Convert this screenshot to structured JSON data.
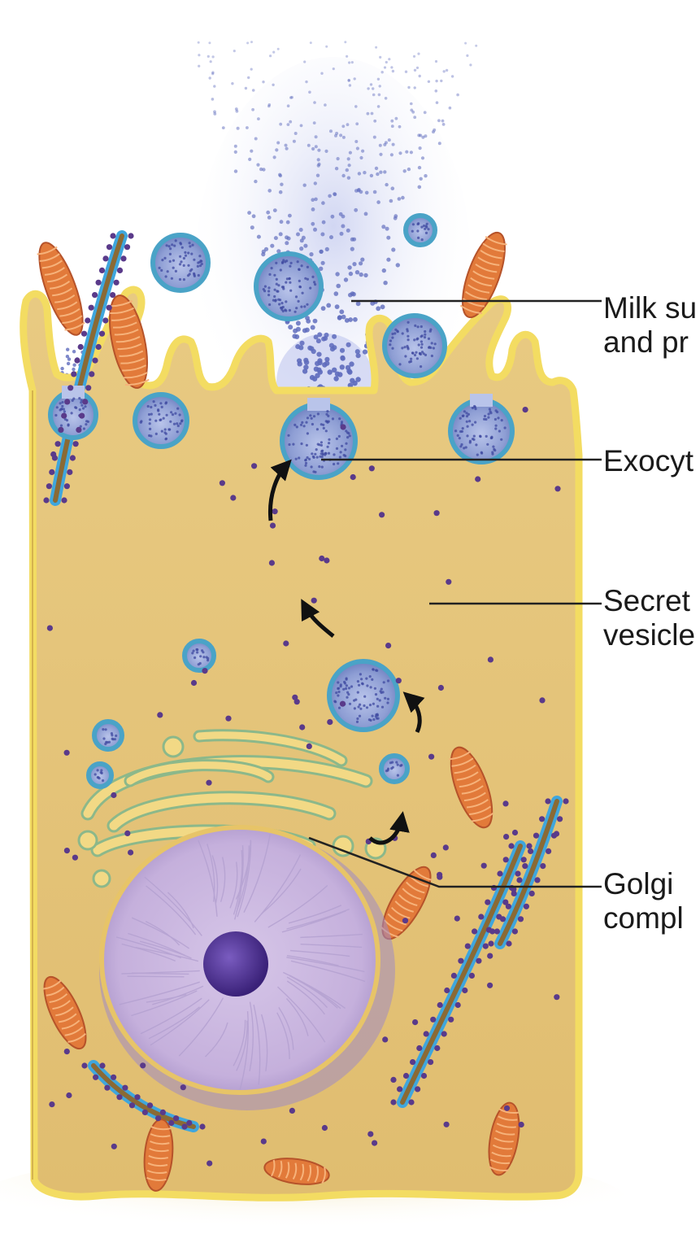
{
  "labels": {
    "milk": {
      "line1": "Milk su",
      "line2": "and pr"
    },
    "exocytosis": {
      "line1": "Exocyt"
    },
    "secretory": {
      "line1": "Secret",
      "line2": "vesicle"
    },
    "golgi": {
      "line1": "Golgi",
      "line2": "compl"
    }
  },
  "colors": {
    "cytoplasm": "#e6c67a",
    "membrane": "#f3dc62",
    "membrane_edge": "#b8893a",
    "vesicle_fill": "#8e9ed4",
    "vesicle_ring": "#4aa3c7",
    "er_blue": "#3fa6dd",
    "er_lumen": "#8a6a35",
    "ribosome": "#5a3a8a",
    "mitochondria": "#e27a3a",
    "golgi_fill": "#f2d985",
    "golgi_edge": "#8cb88a",
    "nucleus": "#c5b0dc",
    "nucleolus": "#4b2f8e",
    "secretion_dot": "#6a75c0",
    "arrow": "#111111",
    "leader": "#222222"
  }
}
